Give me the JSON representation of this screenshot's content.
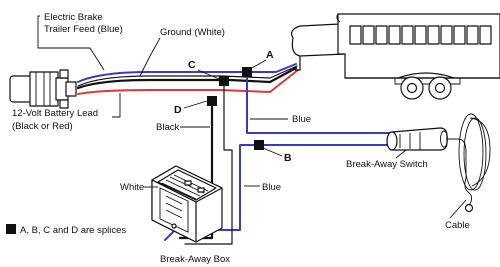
{
  "labels": {
    "feed_line1": "Electric Brake",
    "feed_line2": "Trailer Feed (Blue)",
    "ground": "Ground (White)",
    "battery_line1": "12-Volt Battery Lead",
    "battery_line2": "(Black or Red)",
    "black": "Black",
    "blue_upper": "Blue",
    "blue_lower": "Blue",
    "white": "White",
    "breakaway_switch": "Break-Away Switch",
    "cable": "Cable",
    "breakaway_box": "Break-Away Box",
    "legend": "A, B, C and D are splices"
  },
  "splices": {
    "a": "A",
    "b": "B",
    "c": "C",
    "d": "D"
  },
  "colors": {
    "blue_wire": "#3a3ac8",
    "red_wire": "#d43a3a",
    "line": "#111111"
  }
}
